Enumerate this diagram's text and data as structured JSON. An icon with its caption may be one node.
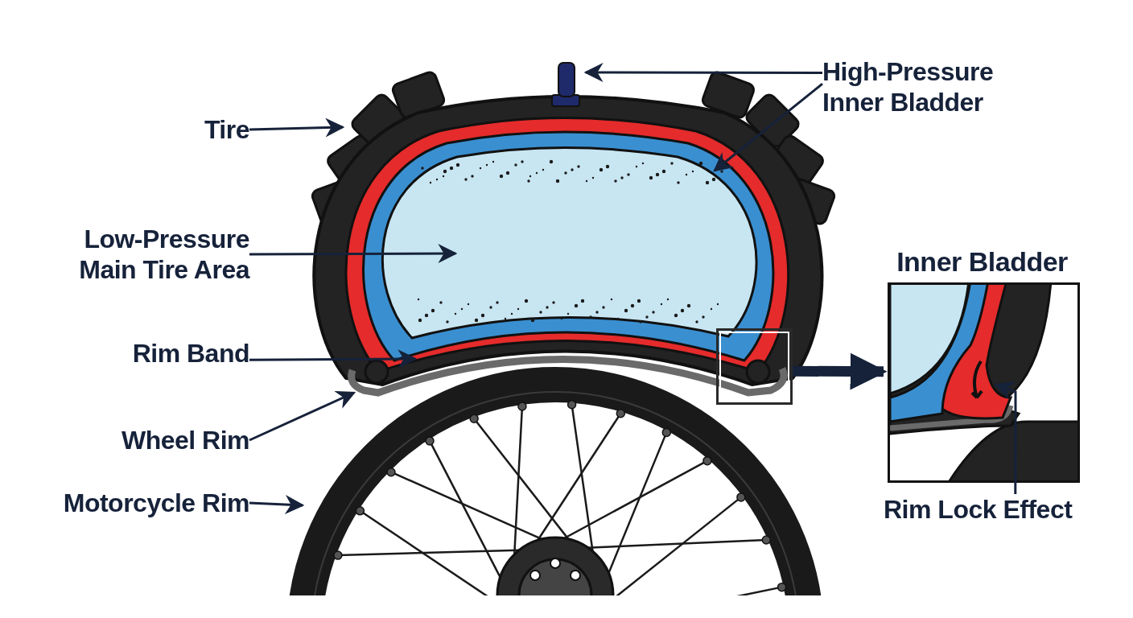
{
  "diagram": {
    "nodes": [
      {
        "text": [
          "Tire"
        ]
      },
      {
        "text": [
          "Low-Pressure Main Tire Area"
        ]
      },
      {
        "text": [
          "Rim Band"
        ]
      },
      {
        "text": [
          "Wheel Rim"
        ]
      },
      {
        "text": [
          "Motorcycle Rim"
        ]
      },
      {
        "text": [
          "High-Pressure Inner Bladder"
        ]
      },
      {
        "text": [],
        "shape": "box"
      },
      {
        "text": [
          "Inner Bladder"
        ]
      },
      {
        "text": [
          "Rim Lock Effect"
        ]
      }
    ],
    "edges": [
      {
        "from": 0,
        "to": null,
        "arrow": "to"
      },
      {
        "from": 1,
        "to": null,
        "arrow": "to"
      },
      {
        "from": 2,
        "to": null,
        "arrow": "to"
      },
      {
        "from": 3,
        "to": null,
        "arrow": "to"
      },
      {
        "from": 4,
        "to": null,
        "arrow": "to"
      },
      {
        "from": 5,
        "to": null,
        "arrow": "to"
      },
      {
        "from": 5,
        "to": null,
        "arrow": "to"
      },
      {
        "from": 6,
        "to": 7,
        "arrow": "to",
        "style": "thick"
      },
      {
        "from": 8,
        "to": 7,
        "arrow": "to"
      }
    ]
  }
}
